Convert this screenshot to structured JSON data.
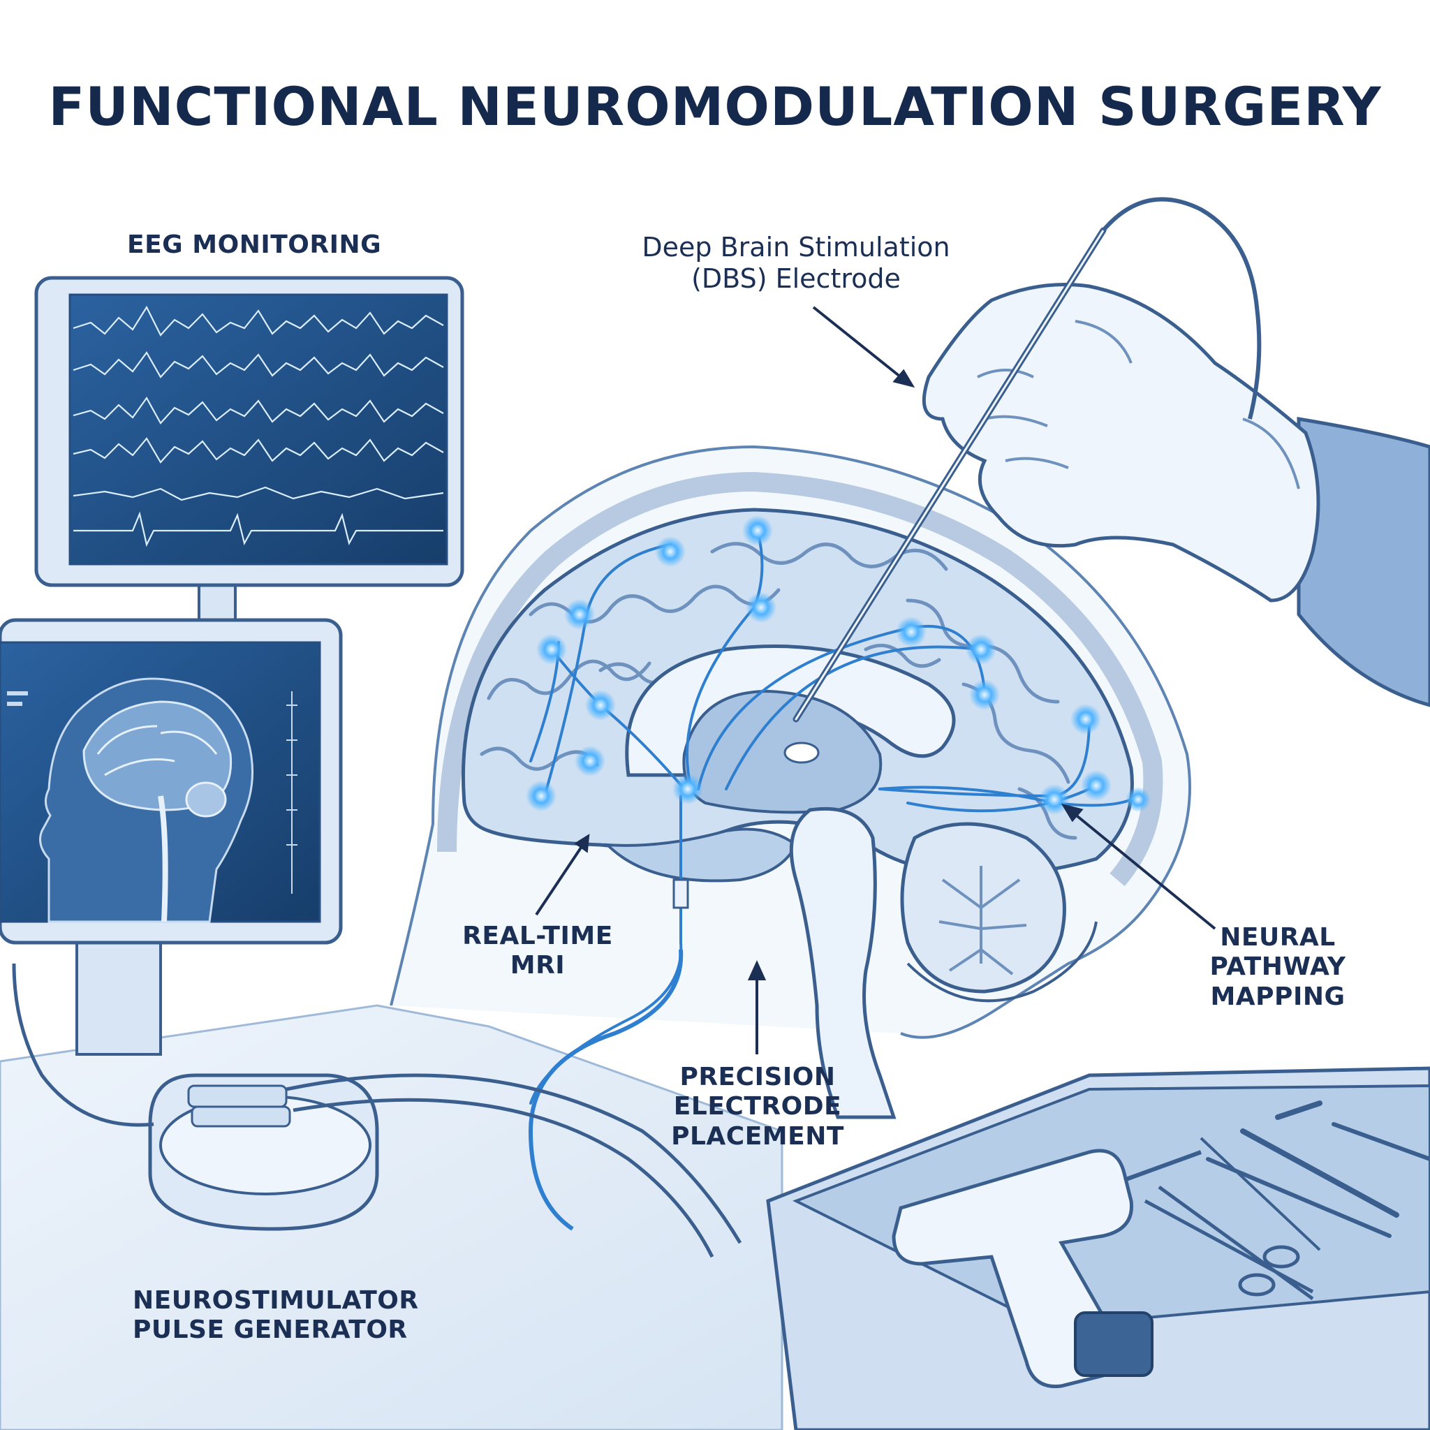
{
  "title": "FUNCTIONAL NEUROMODULATION SURGERY",
  "labels": {
    "eeg": "EEG MONITORING",
    "dbs_line1": "Deep Brain Stimulation",
    "dbs_line2": "(DBS) Electrode",
    "mri_line1": "REAL-TIME",
    "mri_line2": "MRI",
    "pathway_line1": "NEURAL",
    "pathway_line2": "PATHWAY",
    "pathway_line3": "MAPPING",
    "precision_line1": "PRECISION",
    "precision_line2": "ELECTRODE",
    "precision_line3": "PLACEMENT",
    "generator_line1": "NEUROSTIMULATOR",
    "generator_line2": "PULSE GENERATOR"
  },
  "colors": {
    "ink": "#1b2f55",
    "outline": "#3a5f8f",
    "brain_fill": "#cfe0f2",
    "deep_fill": "#a9c4e3",
    "glow": "#4fb3ff",
    "glove": "#eef5fc",
    "sleeve": "#8fb0d9",
    "screen": "#1d4a7c",
    "trace": "#dbeeff"
  }
}
